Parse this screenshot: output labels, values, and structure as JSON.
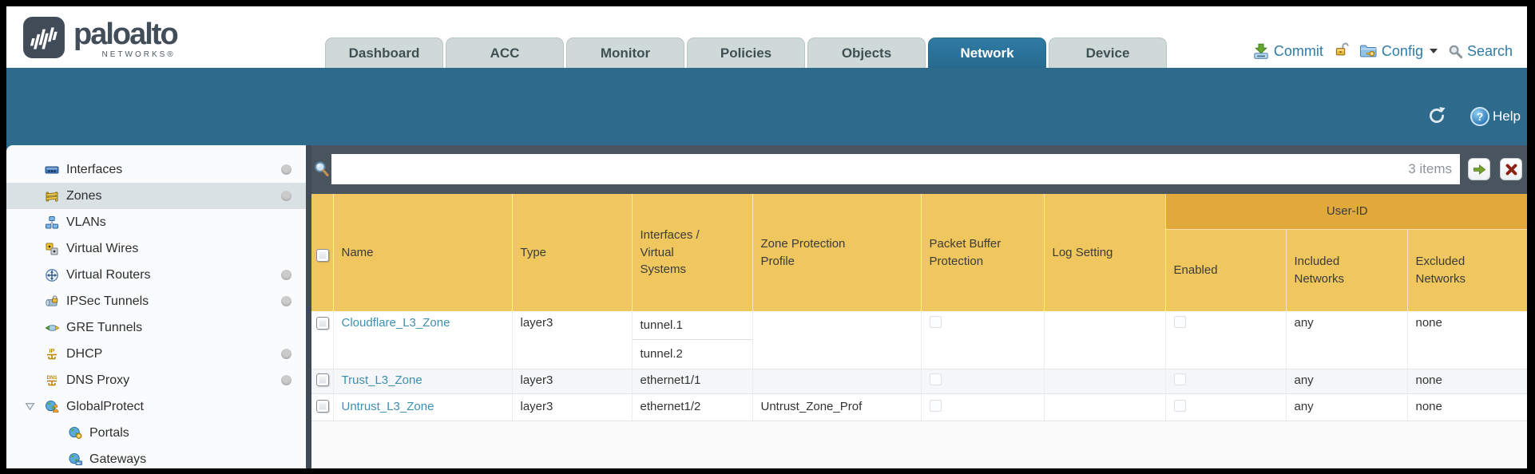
{
  "colors": {
    "accent_teal": "#2e6a8c",
    "header_gold": "#efc75e",
    "header_gold_dark": "#e1a83b",
    "link_teal": "#3e8fb0",
    "filterbar_slate": "#4a545e"
  },
  "header": {
    "logo": {
      "brand": "paloalto",
      "sub": "NETWORKS®"
    },
    "tabs": [
      {
        "label": "Dashboard",
        "active": false
      },
      {
        "label": "ACC",
        "active": false
      },
      {
        "label": "Monitor",
        "active": false
      },
      {
        "label": "Policies",
        "active": false
      },
      {
        "label": "Objects",
        "active": false
      },
      {
        "label": "Network",
        "active": true
      },
      {
        "label": "Device",
        "active": false
      }
    ],
    "actions": {
      "commit": "Commit",
      "config": "Config",
      "search": "Search"
    }
  },
  "toolbar": {
    "help_label": "Help"
  },
  "sidebar": {
    "items": [
      {
        "label": "Interfaces",
        "icon": "interfaces-icon",
        "has_status_dot": true
      },
      {
        "label": "Zones",
        "icon": "zones-icon",
        "selected": true,
        "has_status_dot": true
      },
      {
        "label": "VLANs",
        "icon": "vlans-icon"
      },
      {
        "label": "Virtual Wires",
        "icon": "virtual-wires-icon"
      },
      {
        "label": "Virtual Routers",
        "icon": "virtual-routers-icon",
        "has_status_dot": true
      },
      {
        "label": "IPSec Tunnels",
        "icon": "ipsec-tunnels-icon",
        "has_status_dot": true
      },
      {
        "label": "GRE Tunnels",
        "icon": "gre-tunnels-icon"
      },
      {
        "label": "DHCP",
        "icon": "dhcp-icon",
        "has_status_dot": true
      },
      {
        "label": "DNS Proxy",
        "icon": "dns-proxy-icon",
        "has_status_dot": true
      },
      {
        "label": "GlobalProtect",
        "icon": "globalprotect-icon",
        "expanded": true
      },
      {
        "label": "Portals",
        "icon": "portals-icon",
        "child": true
      },
      {
        "label": "Gateways",
        "icon": "gateways-icon",
        "child": true
      }
    ]
  },
  "filterbar": {
    "value": "",
    "placeholder": "",
    "count": "3 items"
  },
  "table": {
    "group_header": "User-ID",
    "columns": [
      "Name",
      "Type",
      "Interfaces / Virtual Systems",
      "Zone Protection Profile",
      "Packet Buffer Protection",
      "Log Setting",
      "Enabled",
      "Included Networks",
      "Excluded Networks"
    ],
    "rows": [
      {
        "name": "Cloudflare_L3_Zone",
        "type": "layer3",
        "interfaces": [
          "tunnel.1",
          "tunnel.2"
        ],
        "zone_protection_profile": "",
        "packet_buffer_protection": false,
        "log_setting": "",
        "enabled": false,
        "included_networks": "any",
        "excluded_networks": "none"
      },
      {
        "name": "Trust_L3_Zone",
        "type": "layer3",
        "interfaces": [
          "ethernet1/1"
        ],
        "zone_protection_profile": "",
        "packet_buffer_protection": false,
        "log_setting": "",
        "enabled": false,
        "included_networks": "any",
        "excluded_networks": "none"
      },
      {
        "name": "Untrust_L3_Zone",
        "type": "layer3",
        "interfaces": [
          "ethernet1/2"
        ],
        "zone_protection_profile": "Untrust_Zone_Prof",
        "packet_buffer_protection": false,
        "log_setting": "",
        "enabled": false,
        "included_networks": "any",
        "excluded_networks": "none"
      }
    ]
  }
}
